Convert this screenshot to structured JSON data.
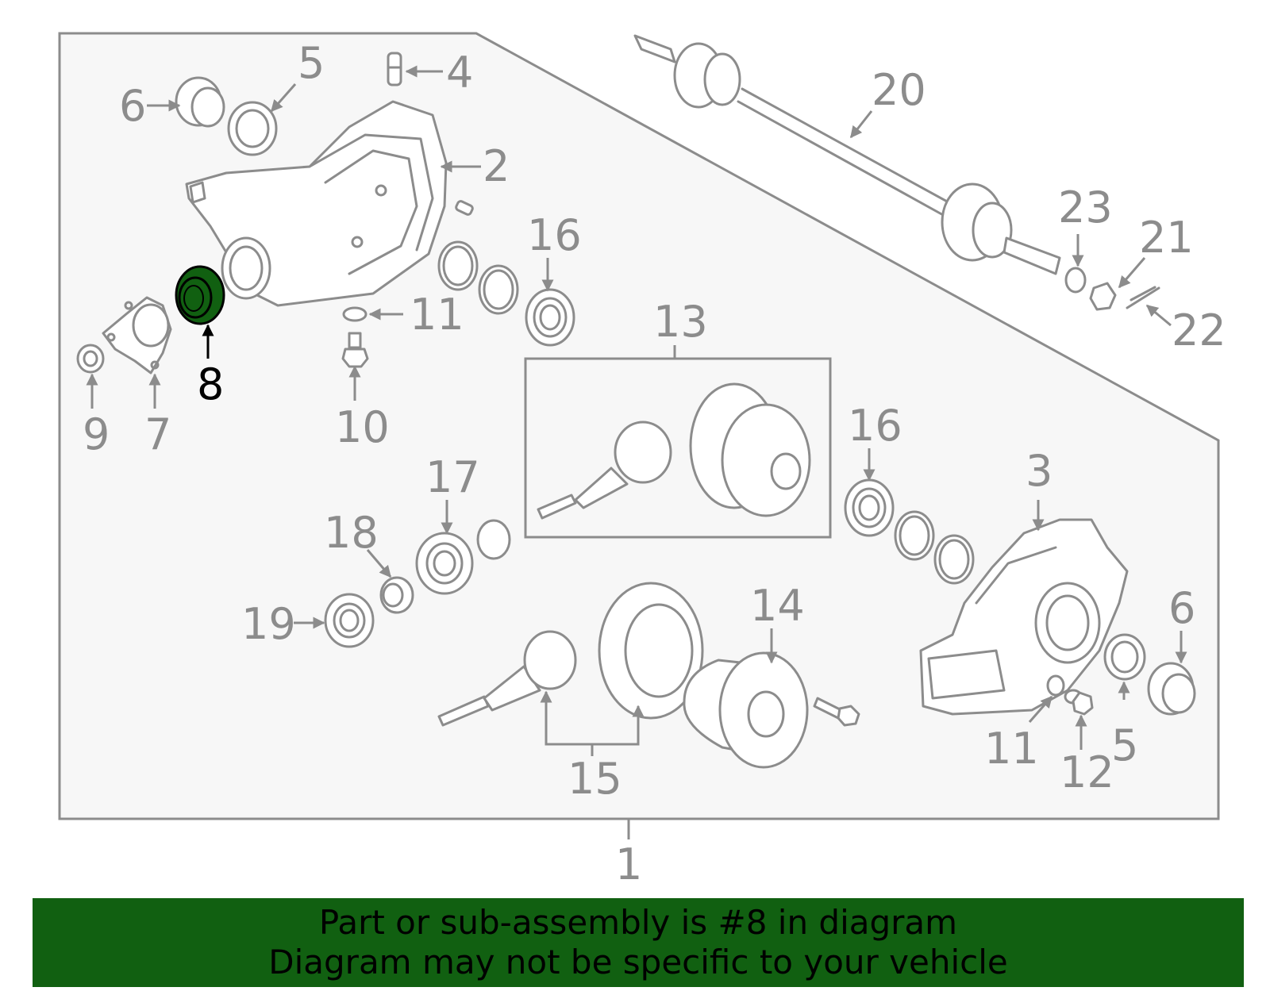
{
  "colors": {
    "frame_fill": "#f7f7f7",
    "line": "#8c8c8c",
    "highlight_part": "#116011",
    "banner": "#116011"
  },
  "callouts": {
    "c1": "1",
    "c2": "2",
    "c3": "3",
    "c4": "4",
    "c5a": "5",
    "c5b": "5",
    "c6a": "6",
    "c6b": "6",
    "c7": "7",
    "c8": "8",
    "c9": "9",
    "c10": "10",
    "c11a": "11",
    "c11b": "11",
    "c12": "12",
    "c13": "13",
    "c14": "14",
    "c15": "15",
    "c16a": "16",
    "c16b": "16",
    "c17": "17",
    "c18": "18",
    "c19": "19",
    "c20": "20",
    "c21": "21",
    "c22": "22",
    "c23": "23"
  },
  "highlighted_part": "8",
  "banner": {
    "line1": "Part or sub-assembly is #8 in diagram",
    "line2": "Diagram may not be specific to your vehicle"
  }
}
